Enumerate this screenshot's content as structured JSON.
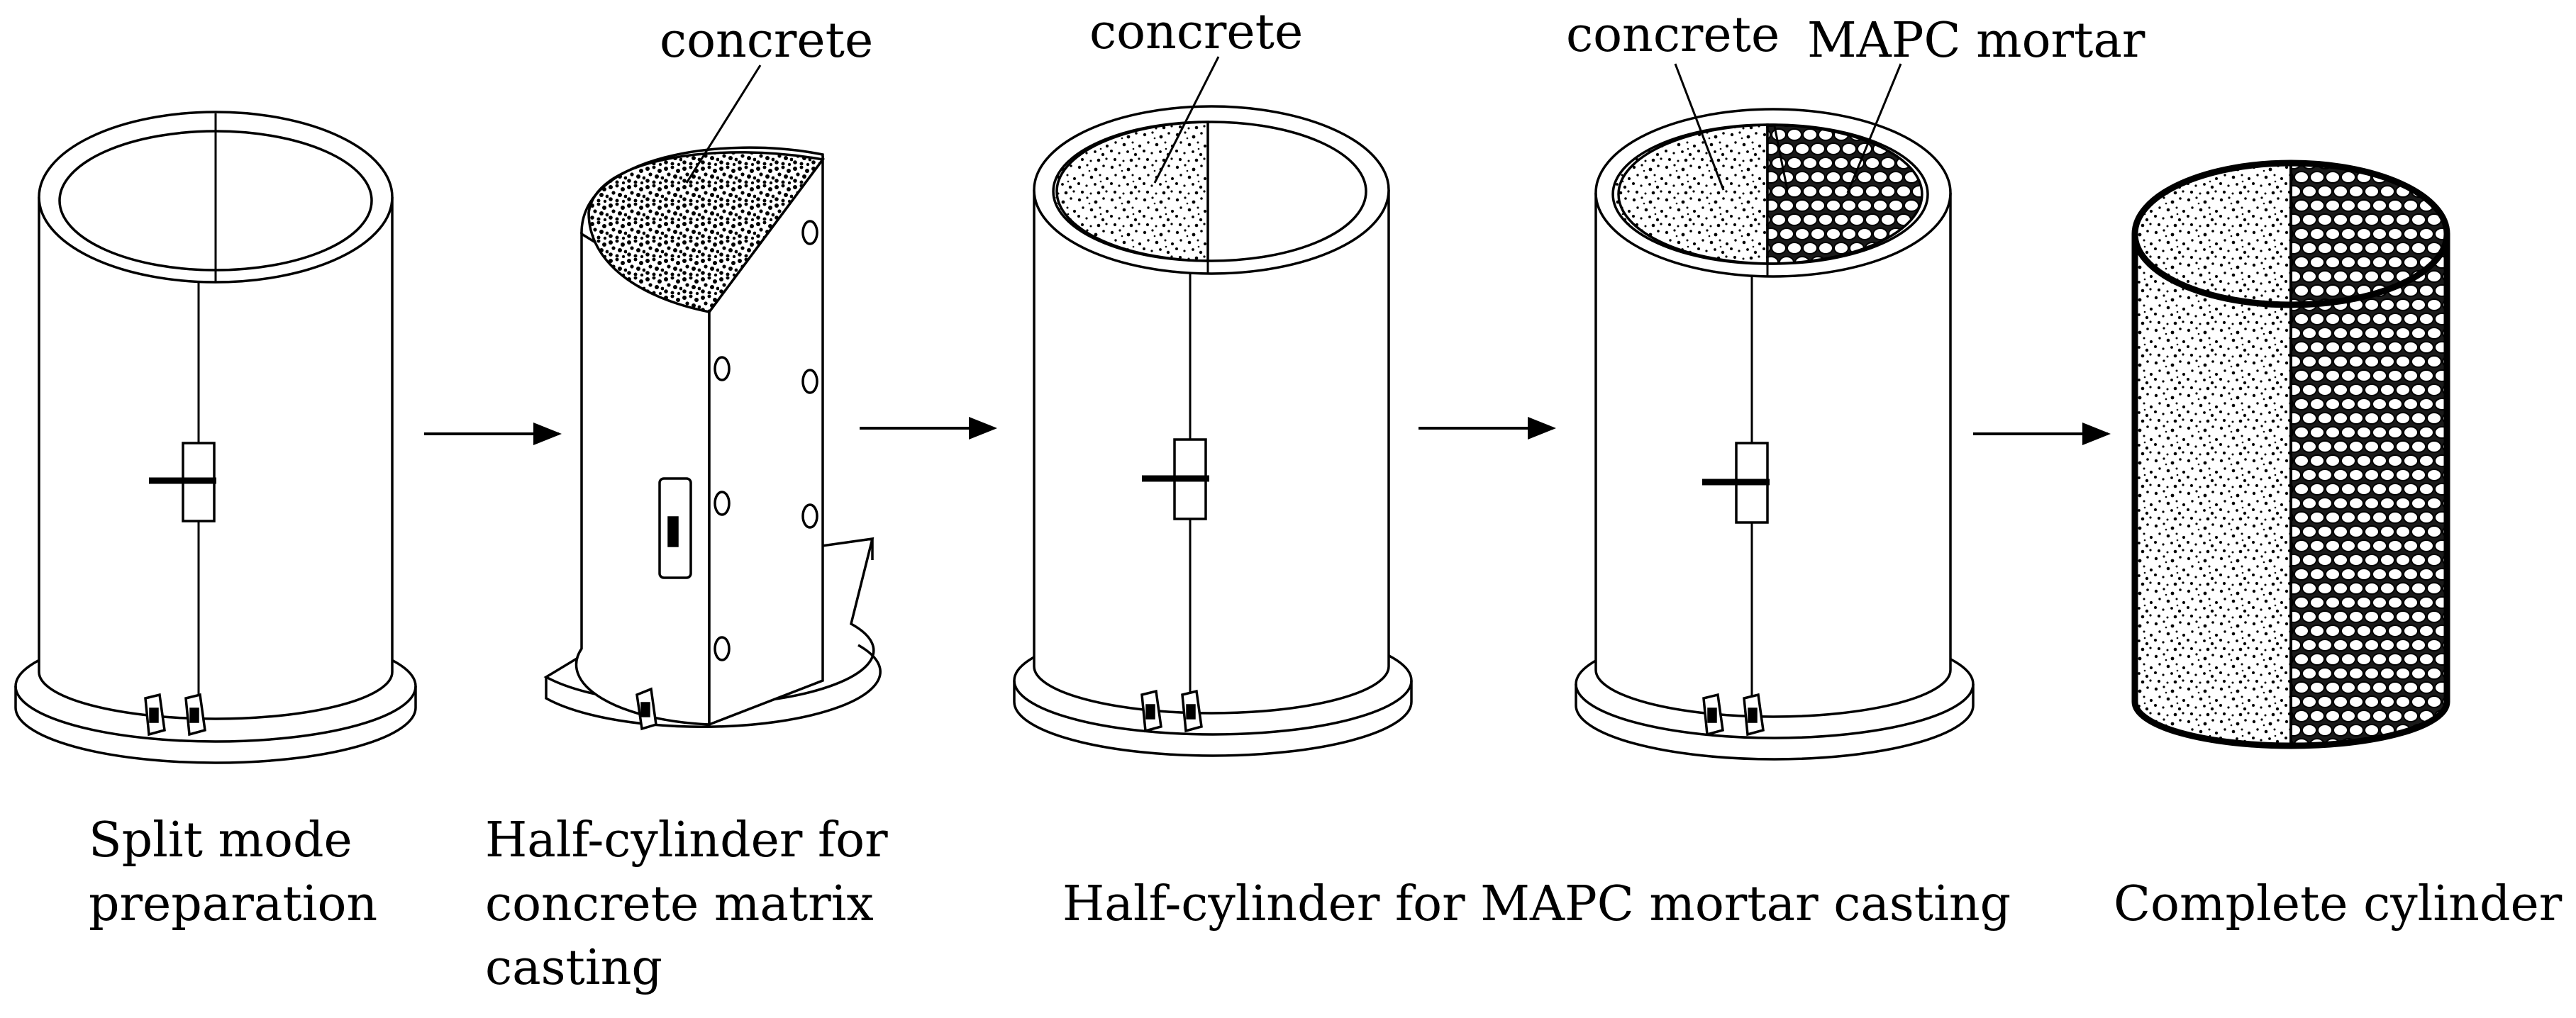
{
  "labels": {
    "concrete_step2": "concrete",
    "concrete_step3": "concrete",
    "concrete_step4": "concrete",
    "mapc_step4": "MAPC mortar"
  },
  "captions": {
    "step1": [
      "Split mode",
      "preparation"
    ],
    "step2": [
      "Half-cylinder for",
      "concrete matrix",
      "casting"
    ],
    "step34": [
      "Half-cylinder for MAPC mortar casting"
    ],
    "step5": [
      "Complete cylinder"
    ]
  },
  "colors": {
    "stroke": "#000000",
    "fill": "#ffffff"
  }
}
